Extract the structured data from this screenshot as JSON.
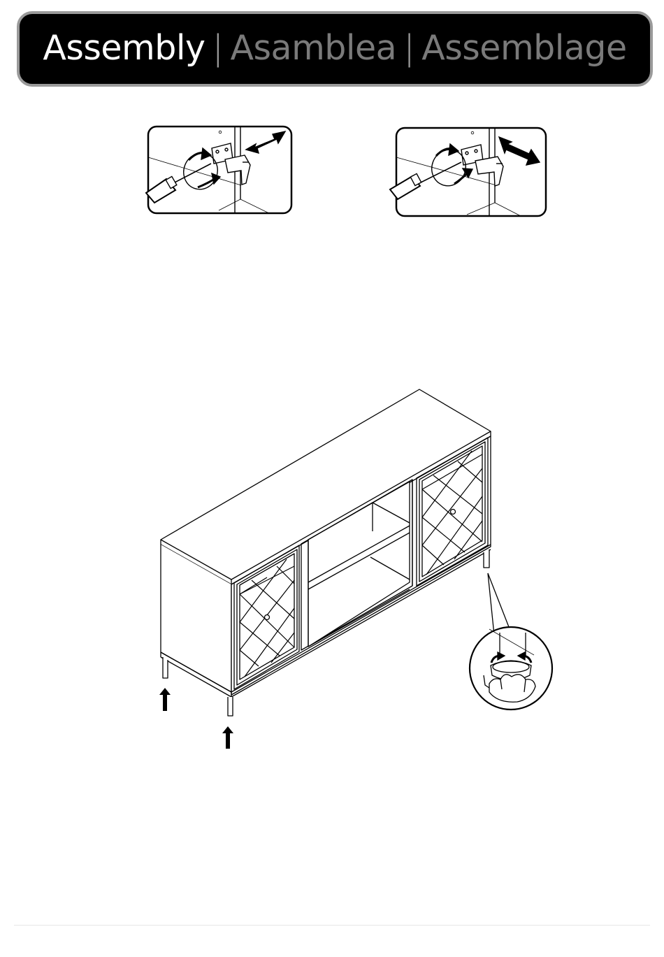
{
  "header": {
    "title_en": "Assembly",
    "separator": "|",
    "title_es": "Asamblea",
    "title_fr": "Assemblage"
  },
  "figures": {
    "hinge_adjust_left": {
      "icon": "hinge-adjust-screwdriver-icon",
      "direction": "door depth in/out"
    },
    "hinge_adjust_right": {
      "icon": "hinge-adjust-screwdriver-icon",
      "direction": "door side left/right"
    },
    "cabinet": {
      "icon": "tv-stand-cabinet-icon"
    },
    "leveling_detail": {
      "icon": "leg-leveler-detail-icon"
    }
  },
  "colors": {
    "header_bg": "#000000",
    "header_border": "#9a9a9a",
    "primary_text": "#ffffff",
    "secondary_text": "#7a7a7a",
    "line": "#000000"
  }
}
